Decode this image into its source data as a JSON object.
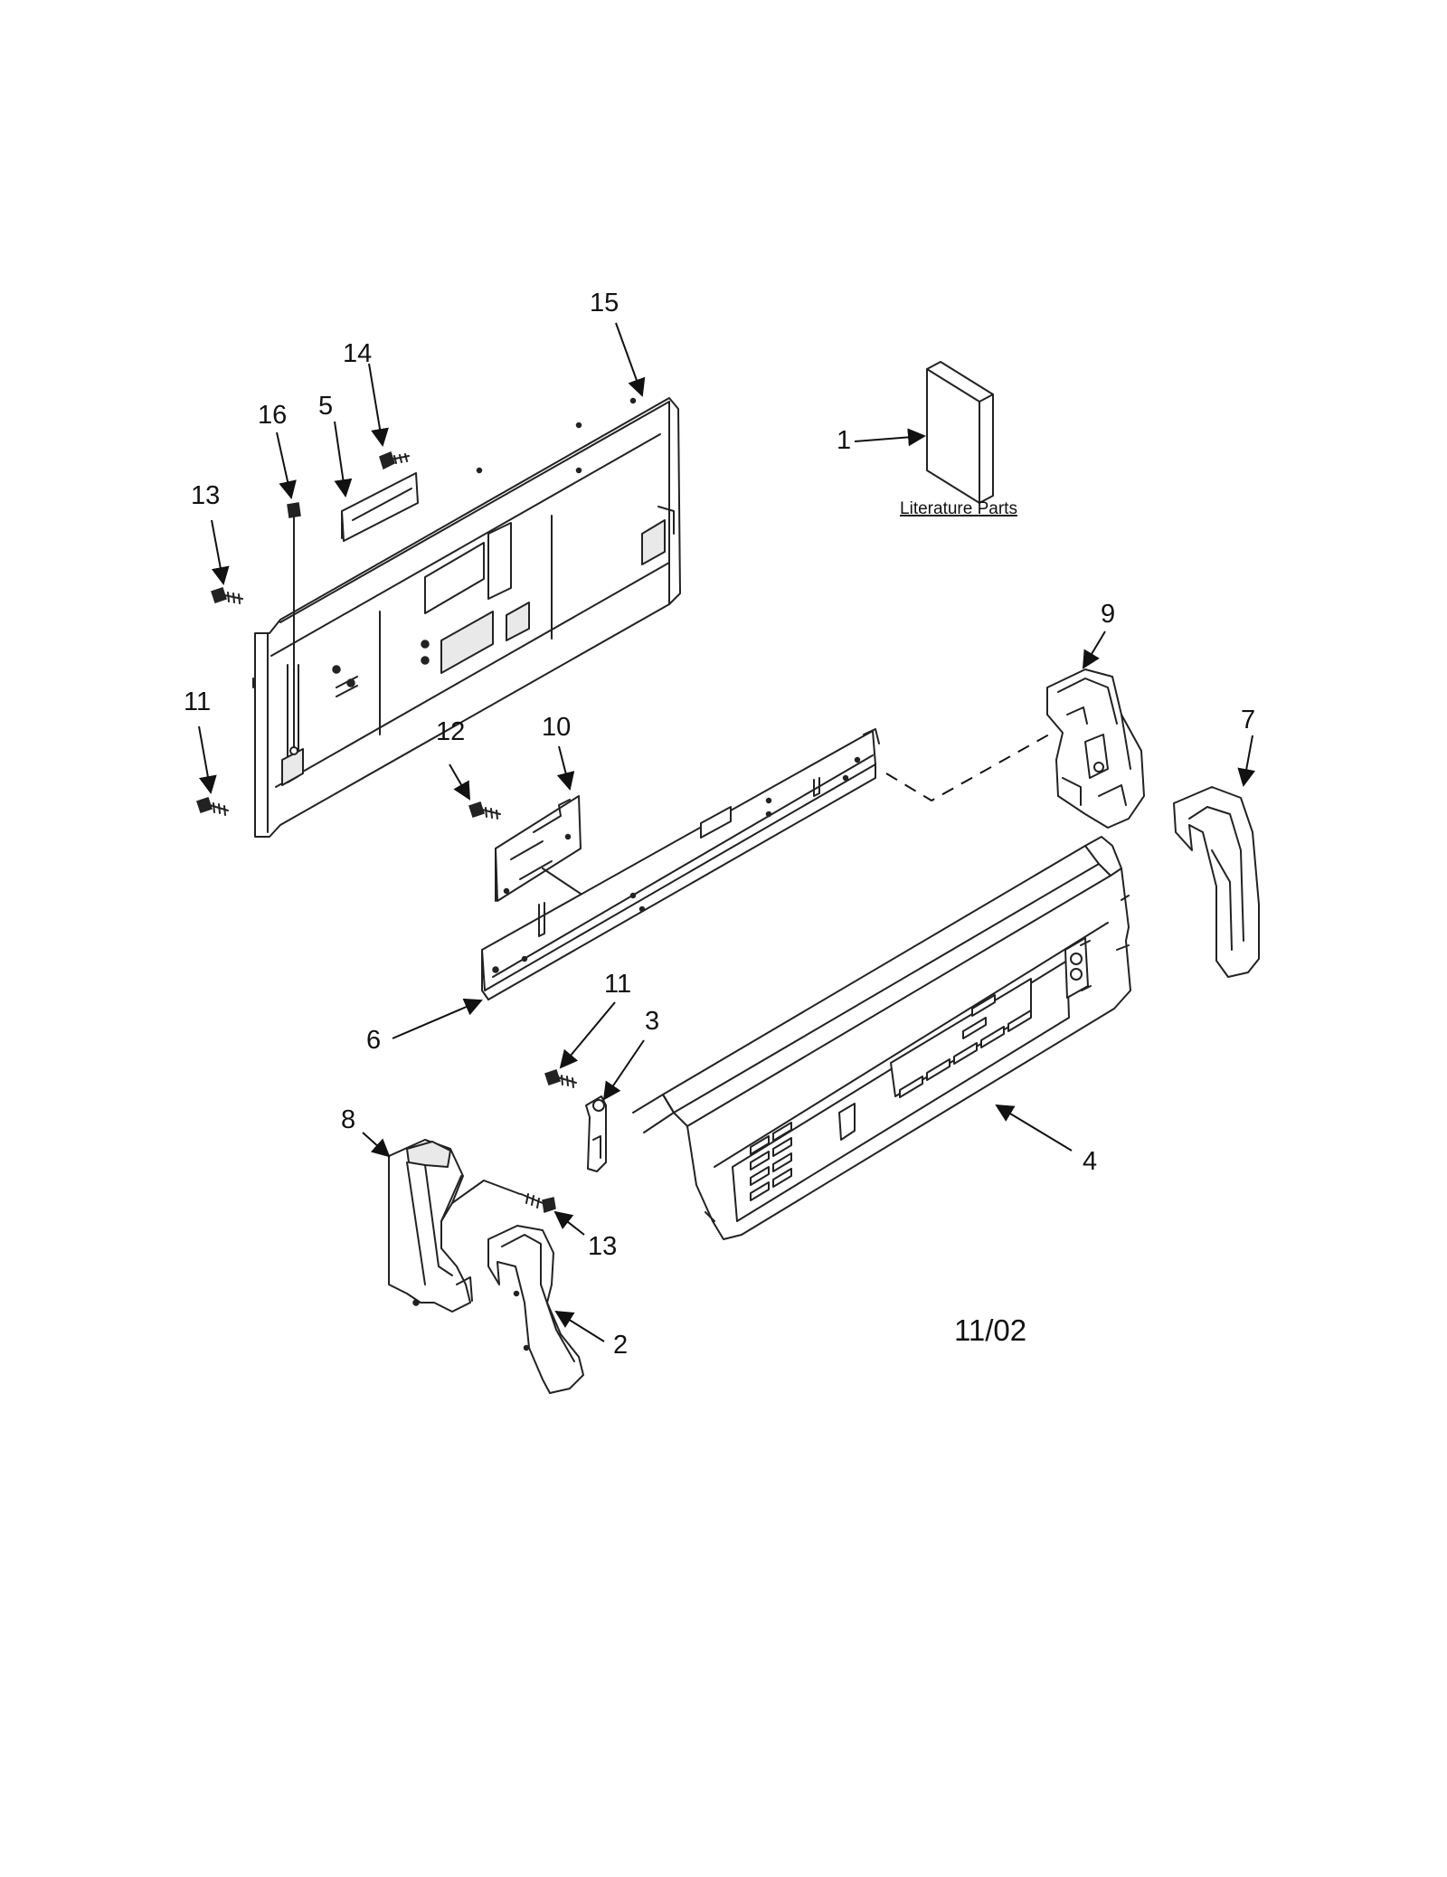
{
  "callouts": {
    "c1": "1",
    "c2": "2",
    "c3": "3",
    "c4": "4",
    "c5": "5",
    "c6": "6",
    "c7": "7",
    "c8": "8",
    "c9": "9",
    "c10": "10",
    "c11a": "11",
    "c11b": "11",
    "c12": "12",
    "c13a": "13",
    "c13b": "13",
    "c14": "14",
    "c15": "15",
    "c16": "16"
  },
  "literature_label": "Literature Parts",
  "revision_date": "11/02"
}
